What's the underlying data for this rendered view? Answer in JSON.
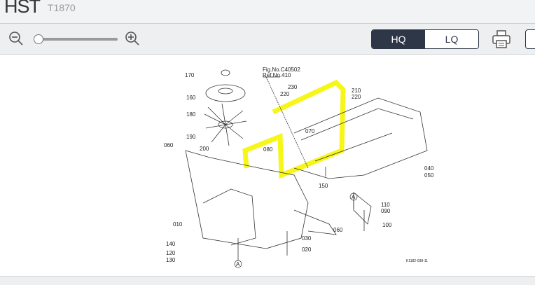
{
  "header": {
    "title": "HST",
    "model": "T1870"
  },
  "toolbar": {
    "zoom_out_icon": "zoom-out-icon",
    "zoom_in_icon": "zoom-in-icon",
    "zoom_level": 0,
    "hq_label": "HQ",
    "lq_label": "LQ",
    "print_icon": "printer-icon",
    "selected_quality": "HQ"
  },
  "diagram": {
    "fig_no": "Fig.No.C40502",
    "ref_no": "Ref.No.410",
    "code": "K1182-038-11",
    "highlight_color": "#f5f500",
    "labels": [
      "170",
      "160",
      "180",
      "190",
      "060",
      "200",
      "230",
      "220",
      "210",
      "220",
      "070",
      "080",
      "040",
      "050",
      "150",
      "110",
      "090",
      "010",
      "060",
      "100",
      "030",
      "140",
      "120",
      "020",
      "130",
      "A",
      "A"
    ]
  }
}
